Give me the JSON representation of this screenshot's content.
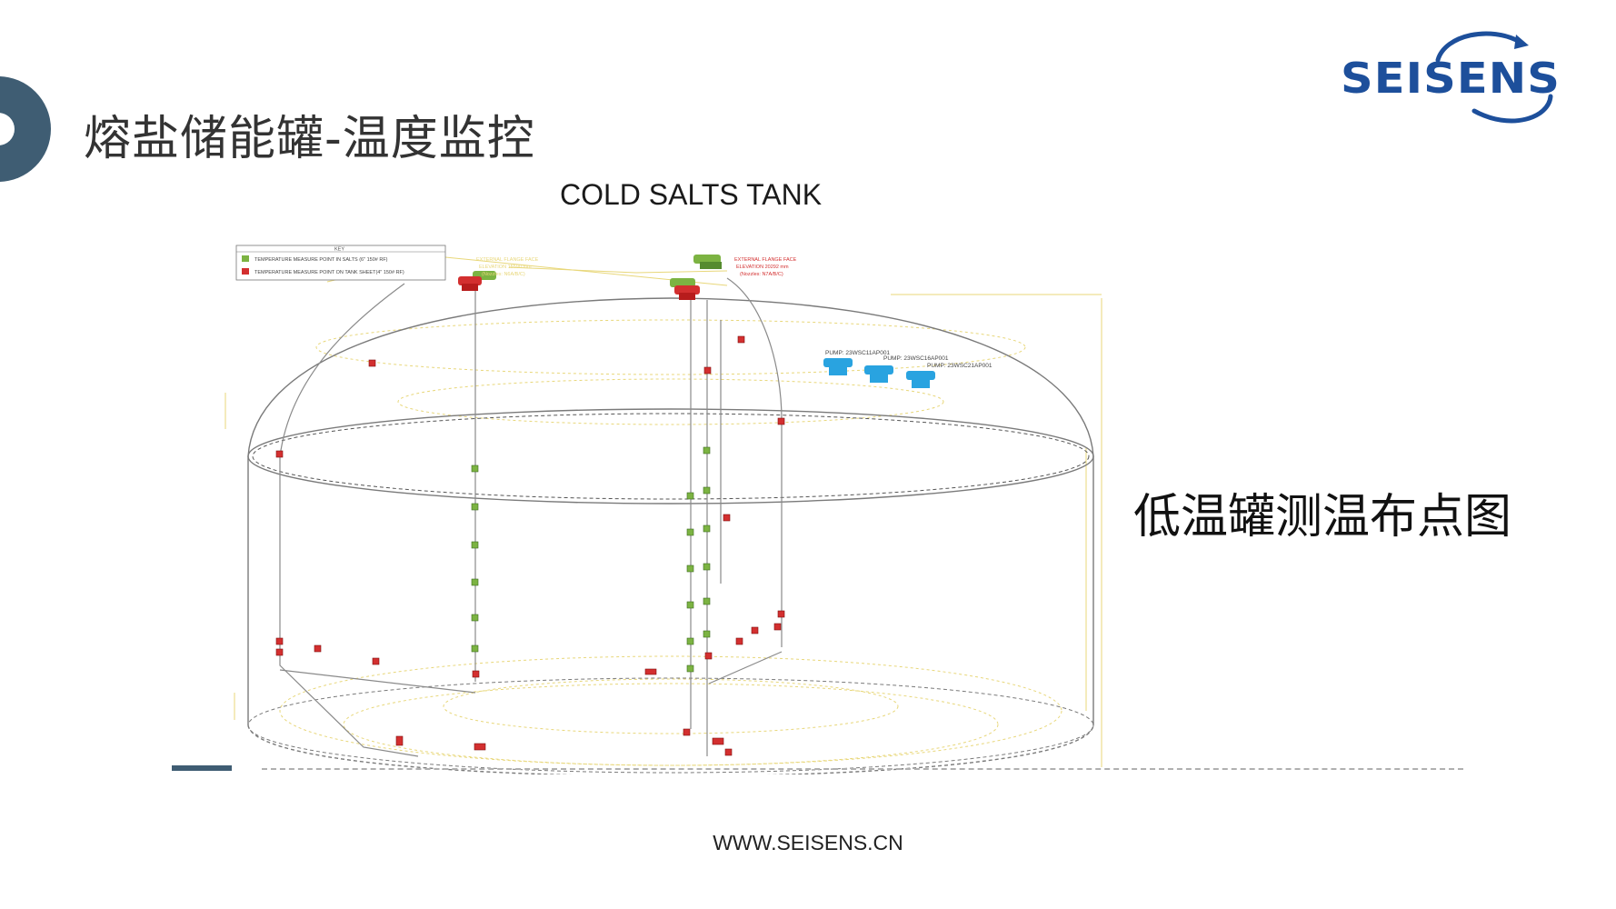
{
  "header": {
    "title": "熔盐储能罐-温度监控",
    "logo_text": "SEISENS"
  },
  "diagram": {
    "title": "COLD SALTS TANK",
    "key_title": "KEY",
    "key_items": [
      {
        "label": "TEMPERATURE MEASURE POINT IN SALTS (6\" 150# RF)",
        "color": "#7cb342"
      },
      {
        "label": "TEMPERATURE MEASURE POINT ON TANK SHEET(4\" 150# RF)",
        "color": "#d32f2f"
      }
    ],
    "flange_left": [
      "EXTERNAL FLANGE FACE",
      "ELEVATION 15590 mm",
      "(Nozzles: N6A/B/C)"
    ],
    "flange_right": [
      "EXTERNAL FLANGE FACE",
      "ELEVATION 20292 mm",
      "(Nozzles: N7A/B/C)"
    ],
    "pumps": [
      "PUMP: 23WSC11AP001",
      "PUMP: 23WSC16AP001",
      "PUMP: 23WSC21AP001"
    ],
    "colors": {
      "salt_point": "#7cb342",
      "sheet_point": "#d32f2f",
      "pump": "#29a3e0",
      "outline": "#777777",
      "dim": "#e8d77a"
    }
  },
  "caption": "低温罐测温布点图",
  "footer": {
    "url": "WWW.SEISENS.CN"
  }
}
